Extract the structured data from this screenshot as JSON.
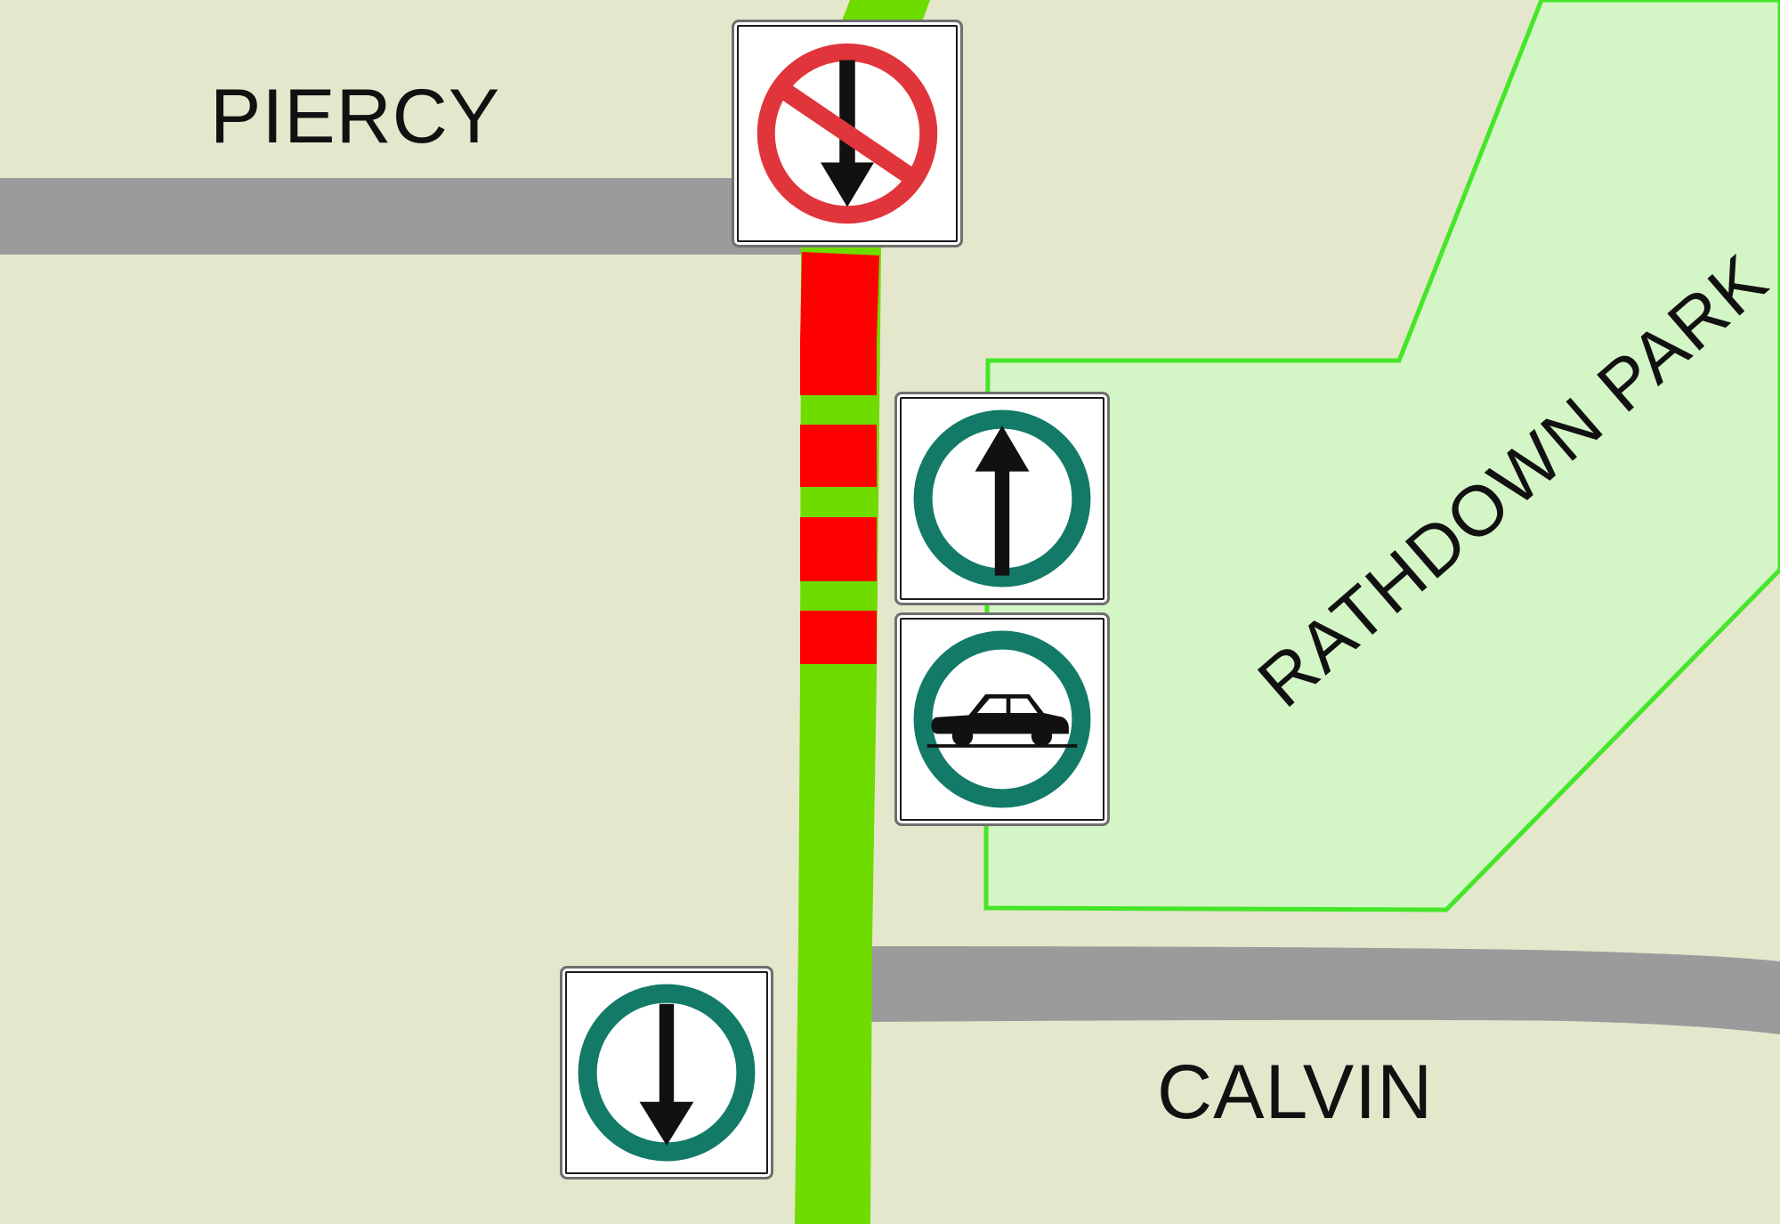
{
  "map": {
    "colors": {
      "background": "#e5e7cc",
      "road": "#9b9b9b",
      "route_green": "#6fdc00",
      "route_red": "#ff0000",
      "park_fill": "#d4f5c6",
      "park_outline": "#45e62a"
    },
    "labels": {
      "road_top": "PIERCY",
      "road_bottom": "CALVIN",
      "park": "RATHDOWN PARK"
    },
    "signs": [
      {
        "icon": "no-straight-through-icon",
        "meaning": "prohibited",
        "color": "#e0353b"
      },
      {
        "icon": "arrow-up-icon",
        "meaning": "permitted",
        "color": "#127a67"
      },
      {
        "icon": "car-icon",
        "meaning": "permitted",
        "color": "#127a67"
      },
      {
        "icon": "arrow-down-icon",
        "meaning": "permitted",
        "color": "#127a67"
      }
    ]
  }
}
